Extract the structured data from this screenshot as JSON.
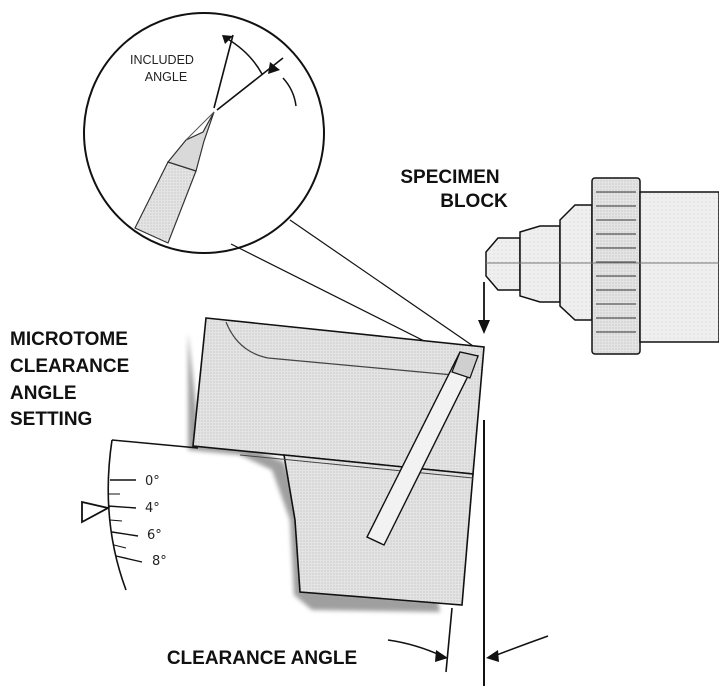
{
  "labels": {
    "specimen_line1": "SPECIMEN",
    "specimen_line2": "BLOCK",
    "included_line1": "INCLUDED",
    "included_line2": "ANGLE",
    "microtome_line1": "MICROTOME",
    "microtome_line2": "CLEARANCE",
    "microtome_line3": "ANGLE",
    "microtome_line4": "SETTING",
    "clearance_angle": "CLEARANCE ANGLE"
  },
  "scale": {
    "ticks": [
      "0°",
      "4°",
      "6°",
      "8°"
    ],
    "pointer_value": "4°"
  },
  "colors": {
    "ink": "#111111",
    "fill_light": "#e6e6e6",
    "fill_mid": "#d6d6d6",
    "shadow": "#8a8a8a"
  }
}
